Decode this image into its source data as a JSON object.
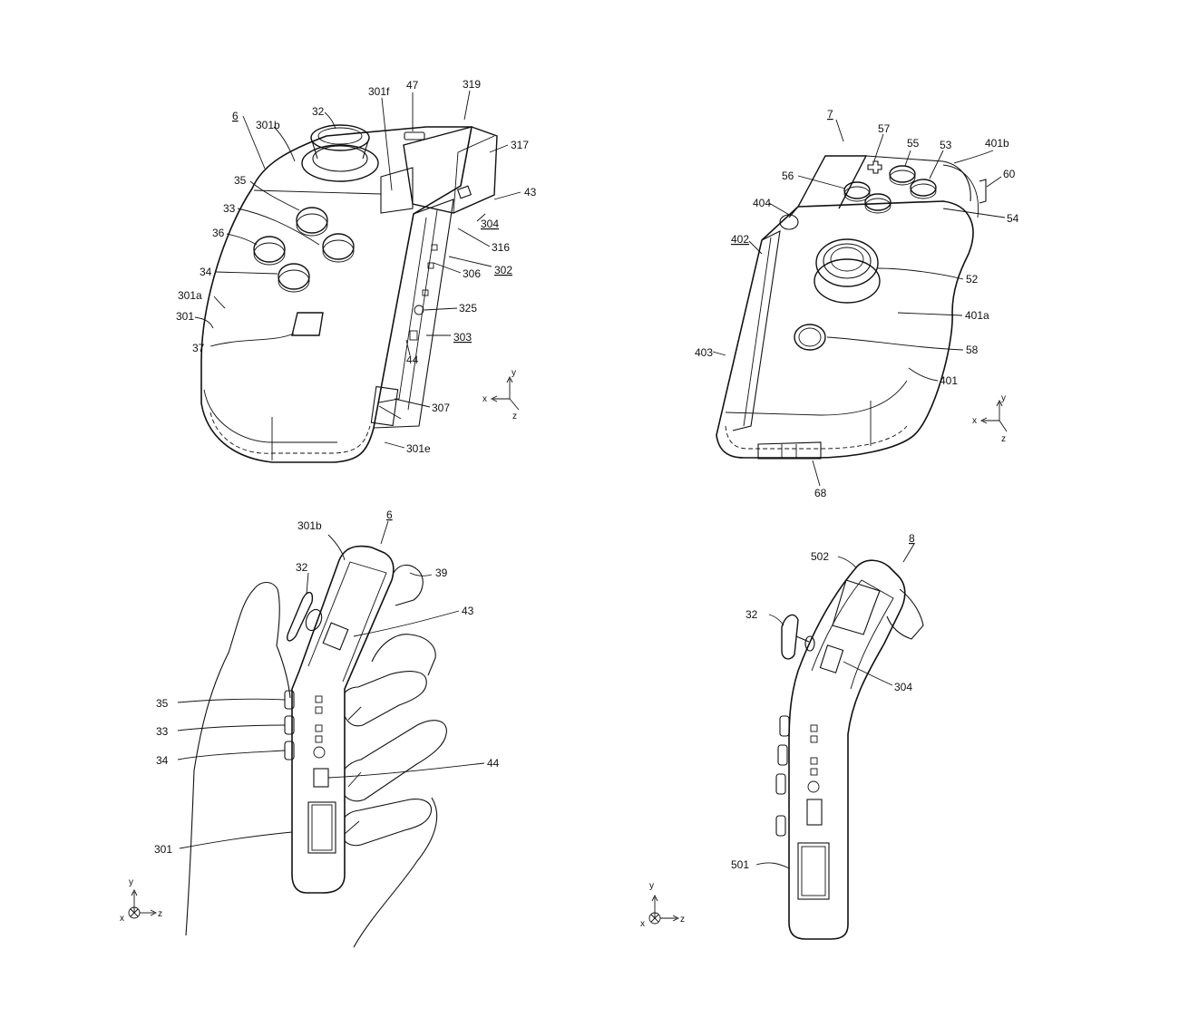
{
  "labels": {
    "fig_a": {
      "device": "6",
      "l_301b": "301b",
      "l_32": "32",
      "l_301f": "301f",
      "l_47": "47",
      "l_319": "319",
      "l_317": "317",
      "l_43": "43",
      "l_304": "304",
      "l_316": "316",
      "l_302": "302",
      "l_306": "306",
      "l_325": "325",
      "l_303": "303",
      "l_44": "44",
      "l_307": "307",
      "l_301e": "301e",
      "l_35": "35",
      "l_33": "33",
      "l_36": "36",
      "l_34": "34",
      "l_301a": "301a",
      "l_301": "301",
      "l_37": "37"
    },
    "fig_b": {
      "device": "7",
      "l_57": "57",
      "l_55": "55",
      "l_53": "53",
      "l_401b": "401b",
      "l_60": "60",
      "l_56": "56",
      "l_404": "404",
      "l_54": "54",
      "l_402": "402",
      "l_52": "52",
      "l_401a": "401a",
      "l_58": "58",
      "l_403": "403",
      "l_401": "401",
      "l_68": "68"
    },
    "fig_c": {
      "device": "6",
      "l_301b": "301b",
      "l_32": "32",
      "l_39": "39",
      "l_43": "43",
      "l_35": "35",
      "l_33": "33",
      "l_34": "34",
      "l_44": "44",
      "l_301": "301"
    },
    "fig_d": {
      "device": "8",
      "l_502": "502",
      "l_32": "32",
      "l_304": "304",
      "l_501": "501"
    }
  },
  "axes": {
    "x": "x",
    "y": "y",
    "z": "z"
  }
}
